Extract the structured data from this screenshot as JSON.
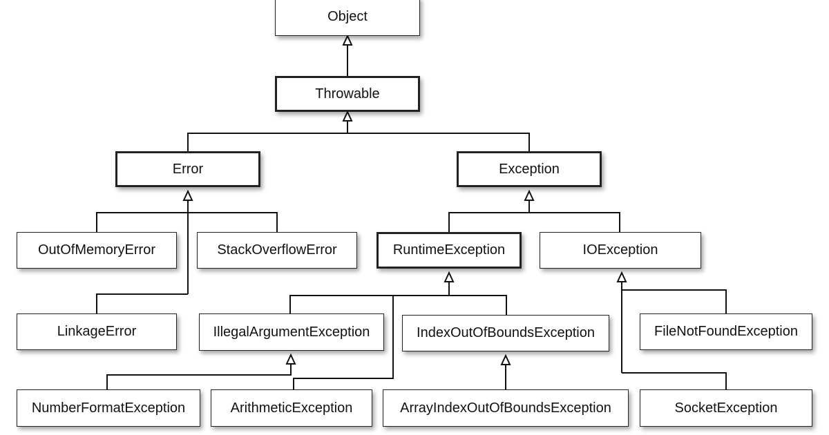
{
  "nodes": {
    "object": "Object",
    "throwable": "Throwable",
    "error": "Error",
    "exception": "Exception",
    "out_of_memory_error": "OutOfMemoryError",
    "stack_overflow_error": "StackOverflowError",
    "linkage_error": "LinkageError",
    "runtime_exception": "RuntimeException",
    "io_exception": "IOException",
    "illegal_argument_exception": "IllegalArgumentException",
    "index_out_of_bounds_exception": "IndexOutOfBoundsException",
    "file_not_found_exception": "FileNotFoundException",
    "number_format_exception": "NumberFormatException",
    "arithmetic_exception": "ArithmeticException",
    "array_index_out_of_bounds_exception": "ArrayIndexOutOfBoundsException",
    "socket_exception": "SocketException"
  }
}
